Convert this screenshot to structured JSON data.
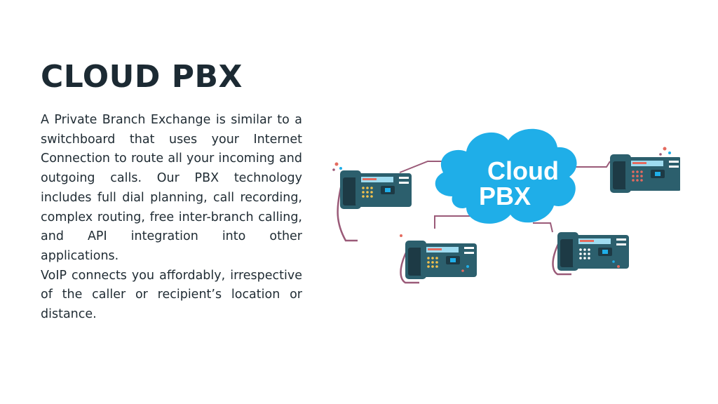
{
  "slide": {
    "title": "CLOUD PBX",
    "paragraphs": [
      "A Private Branch Exchange is similar to a switchboard that uses your Internet Connection to route all your incoming and outgoing calls. Our PBX technology includes full dial planning, call recording, complex routing, free inter-branch calling, and API integration into other applications.",
      "VoIP connects you affordably, irrespective of the caller or recipient’s location or distance."
    ]
  },
  "illustration": {
    "cloud_line1": "Cloud",
    "cloud_line2": "PBX",
    "cloud_color": "#1faee8",
    "phone_body_color": "#2c5f6d",
    "screen_color": "#1d3a45",
    "cord_color": "#9a5a78",
    "text_color": "#ffffff"
  },
  "colors": {
    "title": "#1c2a33",
    "text": "#1f2b33",
    "background": "#ffffff"
  }
}
